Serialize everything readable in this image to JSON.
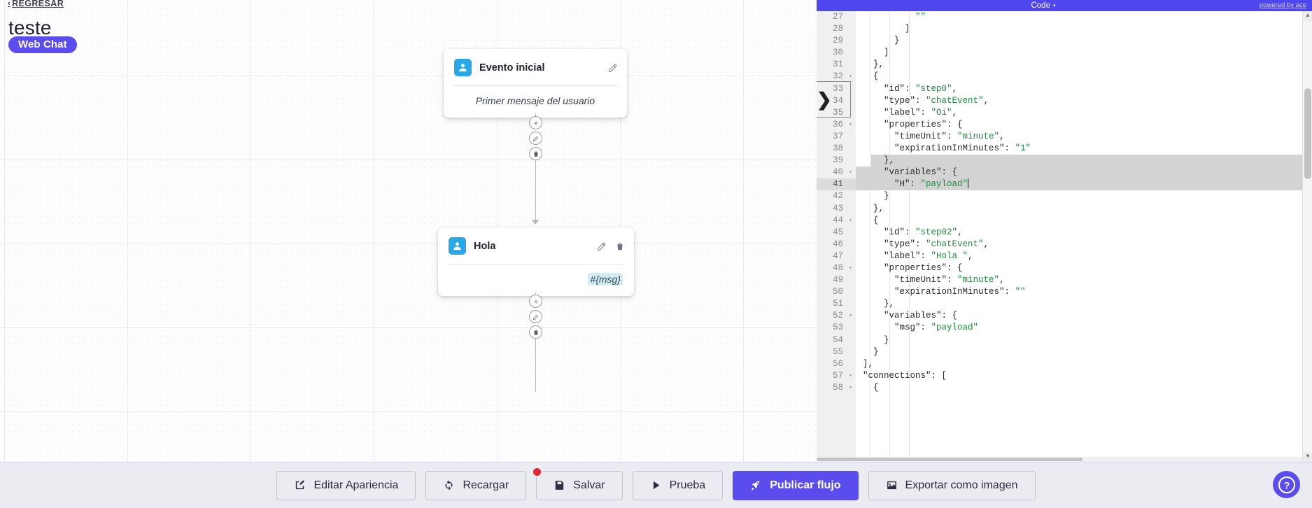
{
  "header": {
    "back_label": "REGRESAR",
    "back_arrow": "‹",
    "title": "teste",
    "channel_badge": "Web Chat"
  },
  "canvas": {
    "nodes": [
      {
        "id": "node-initial",
        "avatar_icon": "user-icon",
        "title": "Evento inicial",
        "body": "Primer mensaje del usuario",
        "has_edit": true,
        "has_delete": false
      },
      {
        "id": "node-hola",
        "avatar_icon": "user-icon",
        "title": "Hola",
        "body": "#{msg}",
        "has_edit": true,
        "has_delete": true
      }
    ],
    "connector_buttons": [
      "add-icon",
      "edit-icon",
      "delete-icon"
    ]
  },
  "code_panel": {
    "header_title": "Code",
    "header_caret": "▾",
    "powered_by": "powered by ace",
    "first_line": 27,
    "lines": [
      {
        "n": 27,
        "fold": false,
        "text": "          \"\""
      },
      {
        "n": 28,
        "fold": false,
        "text": "        ]"
      },
      {
        "n": 29,
        "fold": false,
        "text": "      }"
      },
      {
        "n": 30,
        "fold": false,
        "text": "    ]"
      },
      {
        "n": 31,
        "fold": false,
        "text": "  },"
      },
      {
        "n": 32,
        "fold": true,
        "text": "  {"
      },
      {
        "n": 33,
        "fold": false,
        "text": "    \"id\": \"step0\","
      },
      {
        "n": 34,
        "fold": false,
        "text": "    \"type\": \"chatEvent\","
      },
      {
        "n": 35,
        "fold": false,
        "text": "    \"label\": \"Oi\","
      },
      {
        "n": 36,
        "fold": true,
        "text": "    \"properties\": {"
      },
      {
        "n": 37,
        "fold": false,
        "text": "      \"timeUnit\": \"minute\","
      },
      {
        "n": 38,
        "fold": false,
        "text": "      \"expirationInMinutes\": \"1\""
      },
      {
        "n": 39,
        "fold": false,
        "text": "    },"
      },
      {
        "n": 40,
        "fold": true,
        "text": "    \"variables\": {"
      },
      {
        "n": 41,
        "fold": false,
        "text": "      \"H\": \"payload\""
      },
      {
        "n": 42,
        "fold": false,
        "text": "    }"
      },
      {
        "n": 43,
        "fold": false,
        "text": "  },"
      },
      {
        "n": 44,
        "fold": true,
        "text": "  {"
      },
      {
        "n": 45,
        "fold": false,
        "text": "    \"id\": \"step02\","
      },
      {
        "n": 46,
        "fold": false,
        "text": "    \"type\": \"chatEvent\","
      },
      {
        "n": 47,
        "fold": false,
        "text": "    \"label\": \"Hola \","
      },
      {
        "n": 48,
        "fold": true,
        "text": "    \"properties\": {"
      },
      {
        "n": 49,
        "fold": false,
        "text": "      \"timeUnit\": \"minute\","
      },
      {
        "n": 50,
        "fold": false,
        "text": "      \"expirationInMinutes\": \"\""
      },
      {
        "n": 51,
        "fold": false,
        "text": "    },"
      },
      {
        "n": 52,
        "fold": true,
        "text": "    \"variables\": {"
      },
      {
        "n": 53,
        "fold": false,
        "text": "      \"msg\": \"payload\""
      },
      {
        "n": 54,
        "fold": false,
        "text": "    }"
      },
      {
        "n": 55,
        "fold": false,
        "text": "  }"
      },
      {
        "n": 56,
        "fold": false,
        "text": "],"
      },
      {
        "n": 57,
        "fold": true,
        "text": "\"connections\": ["
      },
      {
        "n": 58,
        "fold": true,
        "text": "  {"
      }
    ],
    "selected_lines": [
      39,
      40,
      41
    ],
    "cursor_line": 41
  },
  "toolbar": {
    "buttons": [
      {
        "name": "edit-appearance-button",
        "label": "Editar Apariencia",
        "icon": "pencil-square-icon",
        "primary": false,
        "badge": false
      },
      {
        "name": "reload-button",
        "label": "Recargar",
        "icon": "refresh-icon",
        "primary": false,
        "badge": false
      },
      {
        "name": "save-button",
        "label": "Salvar",
        "icon": "save-disk-icon",
        "primary": false,
        "badge": true
      },
      {
        "name": "test-button",
        "label": "Prueba",
        "icon": "play-icon",
        "primary": false,
        "badge": false
      },
      {
        "name": "publish-flow-button",
        "label": "Publicar flujo",
        "icon": "rocket-icon",
        "primary": true,
        "badge": false
      },
      {
        "name": "export-image-button",
        "label": "Exportar como imagen",
        "icon": "image-icon",
        "primary": false,
        "badge": false
      }
    ],
    "help_label": "?"
  },
  "colors": {
    "accent": "#5b4ced",
    "code_header": "#4f46f0",
    "avatar": "#29a7e8",
    "badge_red": "#e32636",
    "token_highlight": "#d6ecf2"
  }
}
